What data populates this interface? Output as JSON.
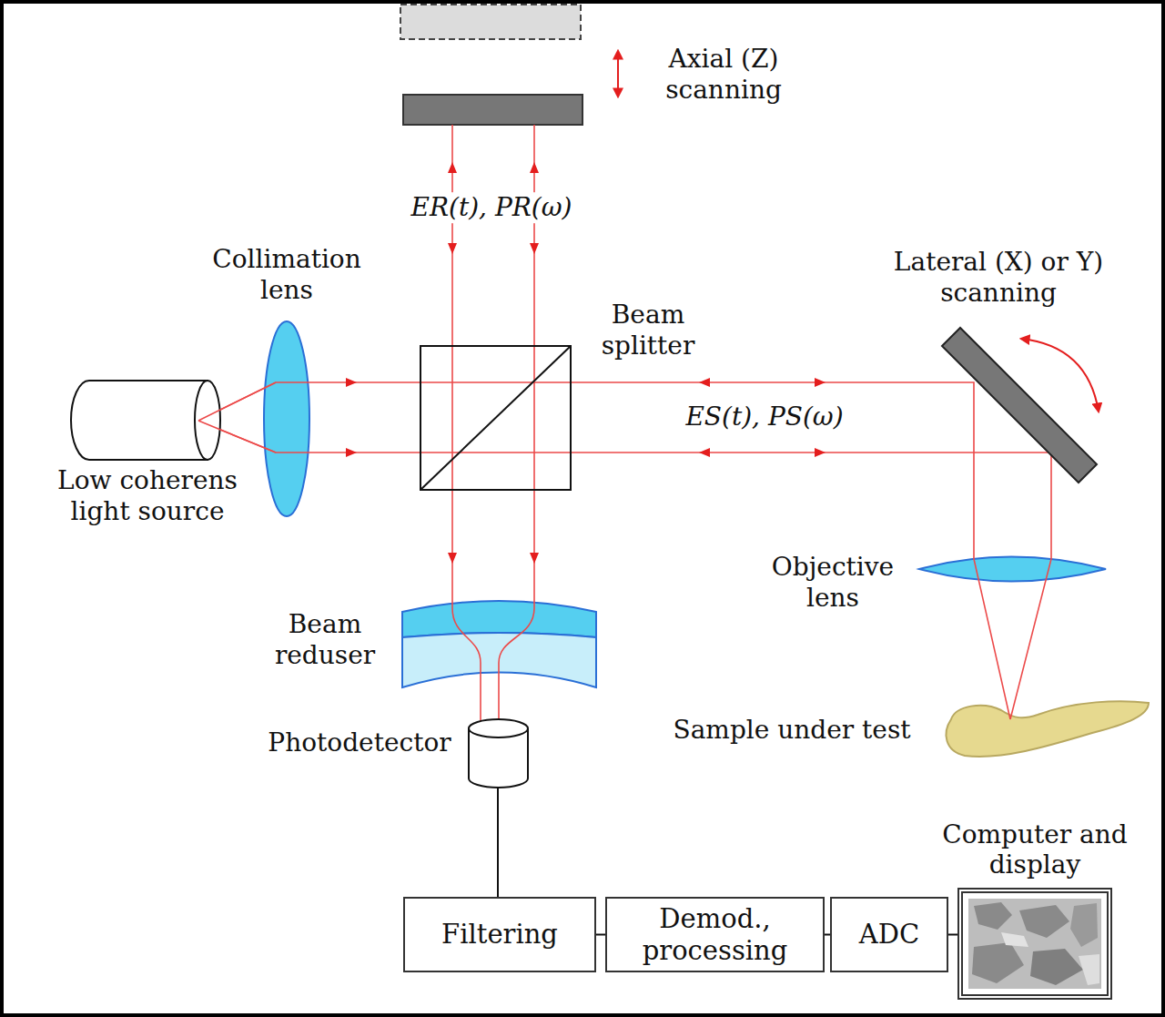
{
  "diagram": {
    "nodes": [
      {
        "text": [
          "Filtering"
        ]
      },
      {
        "text": [
          "Demod., processing"
        ]
      },
      {
        "text": [
          "ADC"
        ]
      },
      {
        "text": [
          "Computer and display"
        ]
      }
    ],
    "edges": [
      {
        "from": 0,
        "to": 1,
        "arrow": "none"
      },
      {
        "from": 1,
        "to": 2,
        "arrow": "none"
      },
      {
        "from": 2,
        "to": 3,
        "arrow": "none"
      }
    ],
    "labels": [
      "Axial (Z) scanning",
      "ER(t), PR(ω)",
      "Collimation lens",
      "Lateral (X) or Y) scanning",
      "Beam splitter",
      "ES(t), PS(ω)",
      "Low coherens light source",
      "Objective lens",
      "Beam reduser",
      "Photodetector",
      "Sample under test"
    ]
  }
}
